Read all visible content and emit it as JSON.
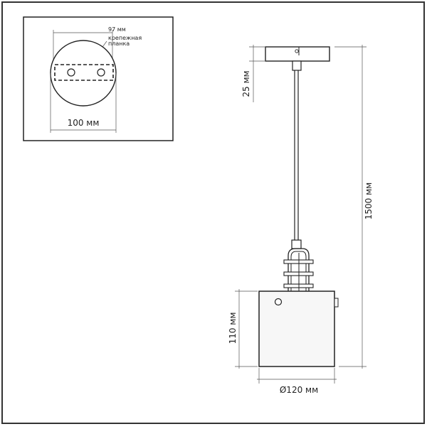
{
  "inset": {
    "width_label": "97 мм",
    "plate_label_line1": "крепежная",
    "plate_label_line2": "планка",
    "diameter_label": "100 мм"
  },
  "dimensions": {
    "canopy_height": "25 мм",
    "total_length": "1500 мм",
    "shade_height": "110 мм",
    "shade_diameter": "Ø120 мм"
  },
  "colors": {
    "line": "#222222",
    "dim_line": "#555555",
    "shade_fill": "#f7f7f7"
  }
}
